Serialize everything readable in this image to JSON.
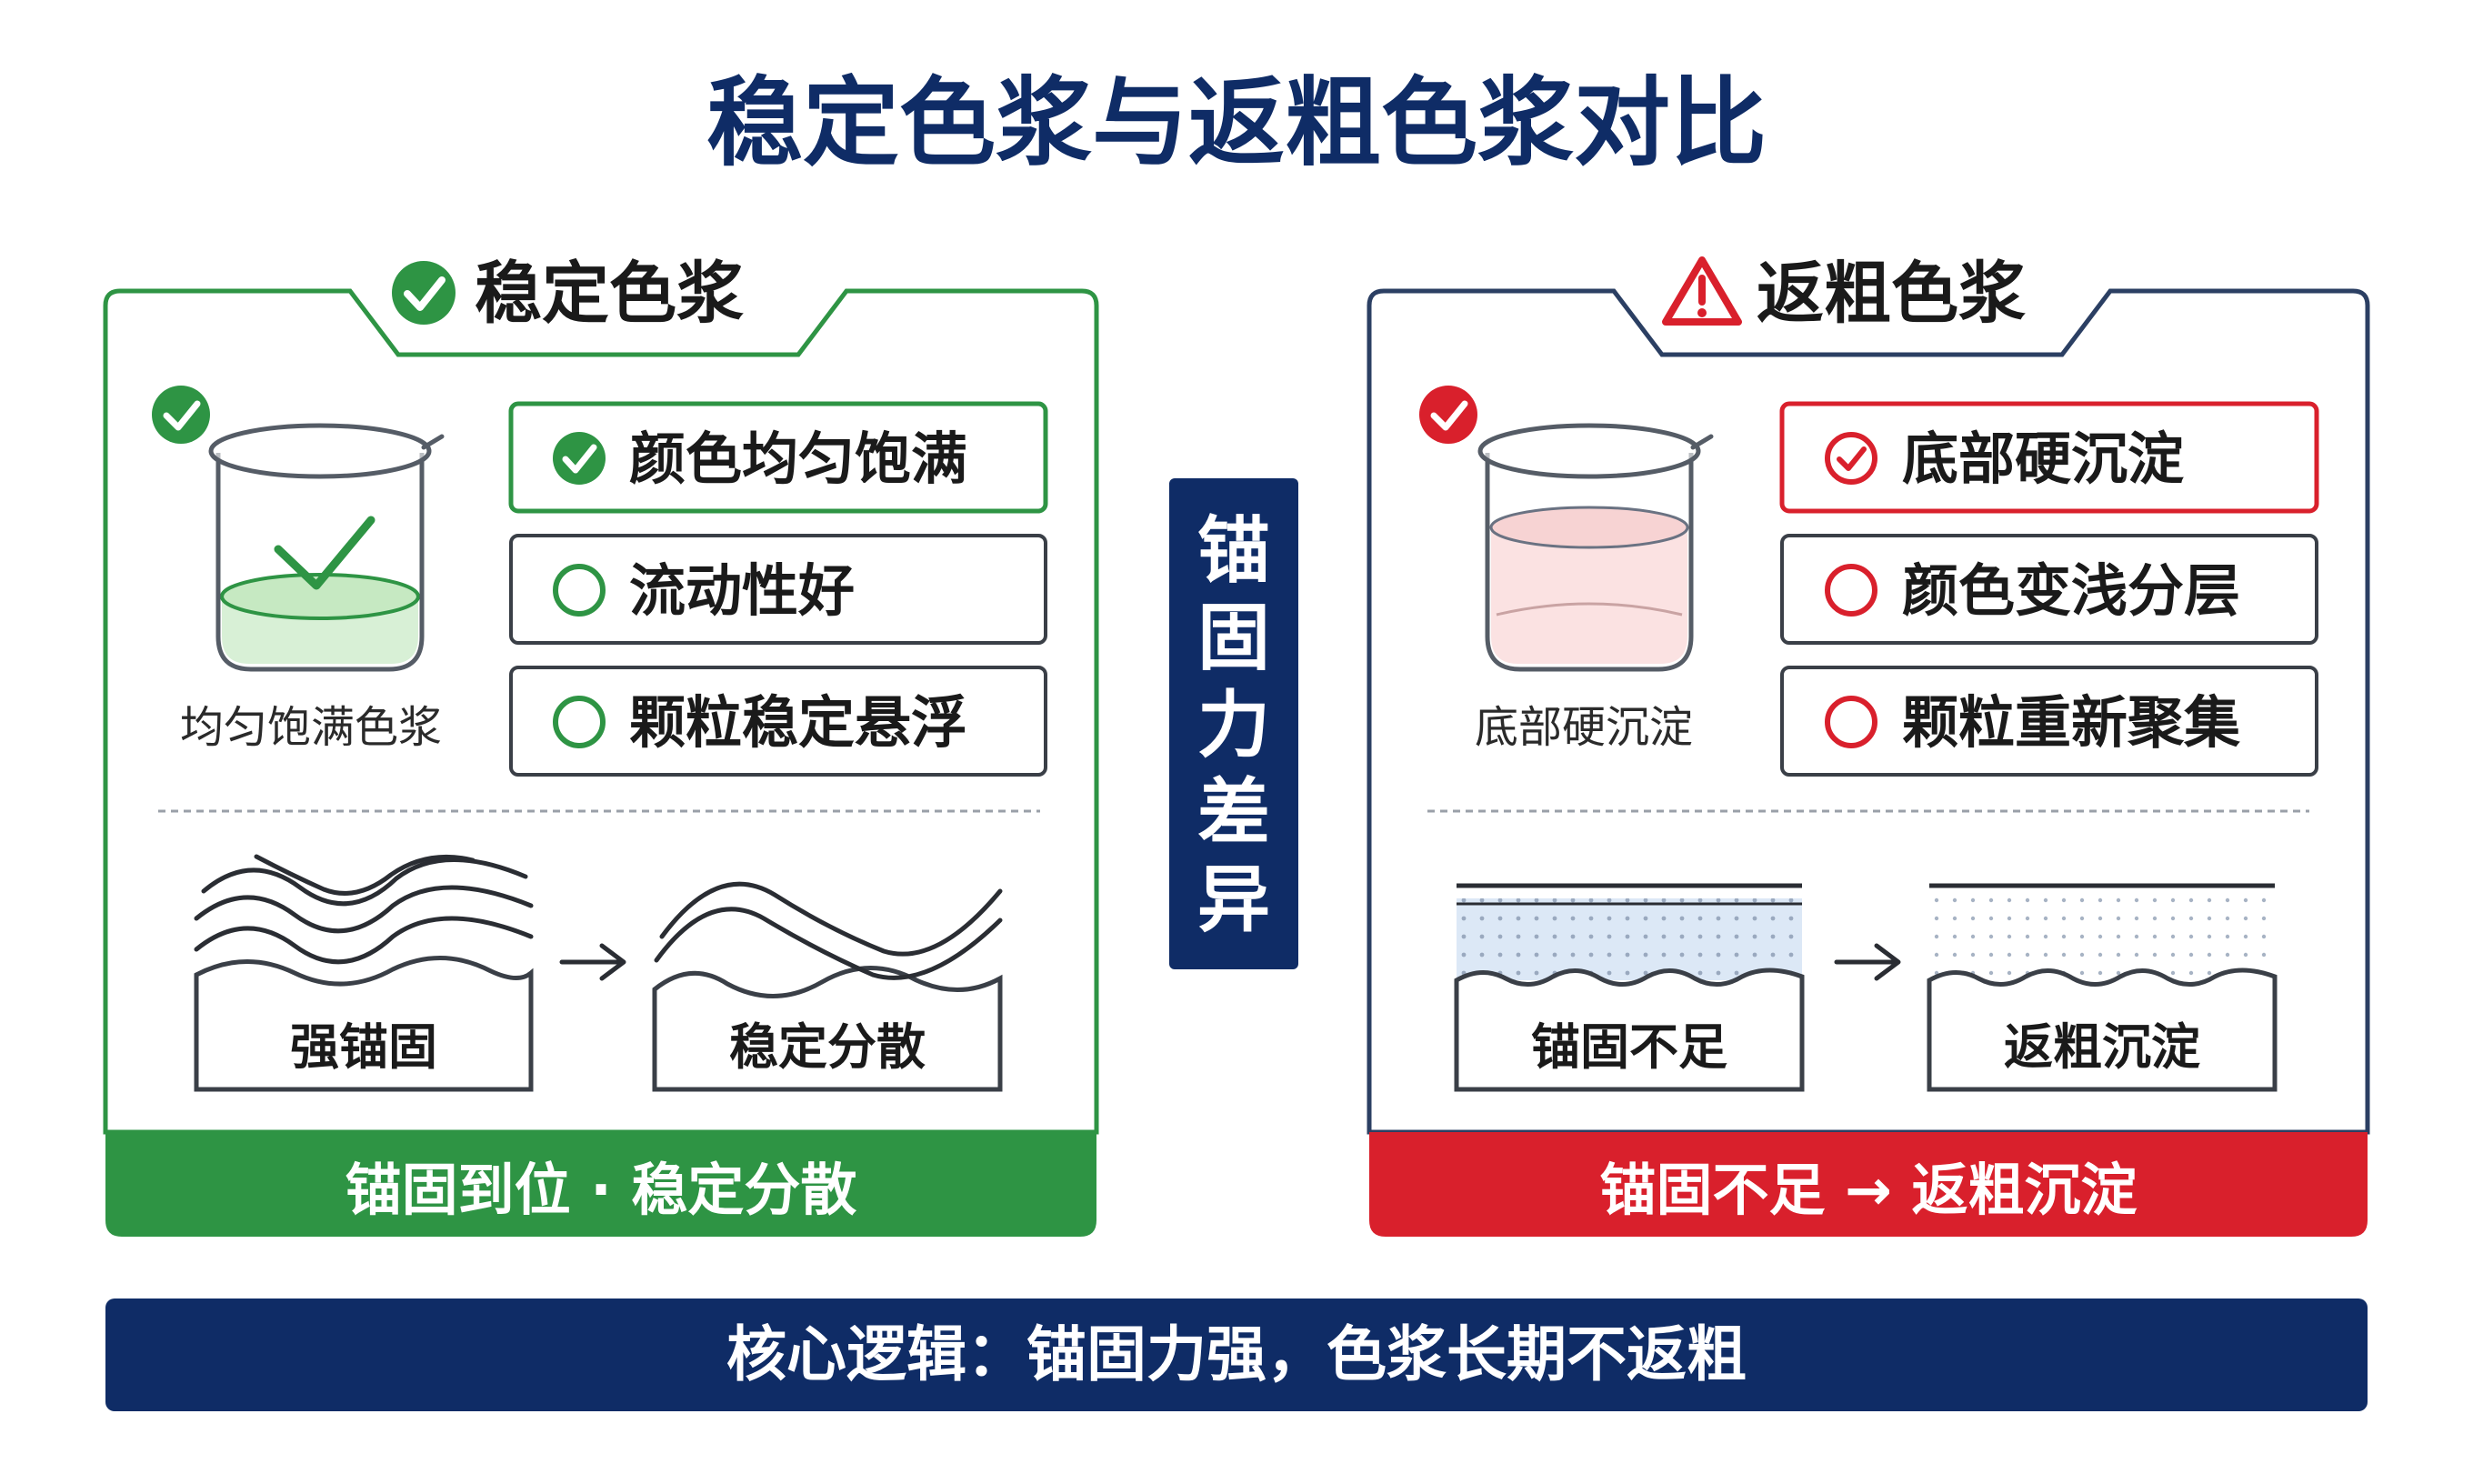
{
  "title": "稳定色浆与返粗色浆对比",
  "center_label": "锚固力差异",
  "colors": {
    "navy": "#0f2c66",
    "green": "#2e9444",
    "green_light": "#d8f0d6",
    "red": "#d9202c",
    "red_light": "#fbe2e2",
    "dot_fill": "#dce8f6",
    "gray_text": "#2a2a2a"
  },
  "left_panel": {
    "header": "稳定色浆",
    "header_icon": "check-circle-icon",
    "beaker_caption": "均匀饱满色浆",
    "features": [
      {
        "label": "颜色均匀饱满",
        "icon": "check-circle-icon"
      },
      {
        "label": "流动性好",
        "icon": "empty-circle-icon"
      },
      {
        "label": "颗粒稳定悬浮",
        "icon": "empty-circle-icon"
      }
    ],
    "process": {
      "from_label": "强锚固",
      "to_label": "稳定分散",
      "arrow_icon": "arrow-right-icon"
    },
    "footer": "锚固到位 · 稳定分散"
  },
  "right_panel": {
    "header": "返粗色浆",
    "header_icon": "warning-triangle-icon",
    "beaker_caption": "底部硬沉淀",
    "features": [
      {
        "label": "底部硬沉淀",
        "icon": "check-circle-outline-icon"
      },
      {
        "label": "颜色变浅分层",
        "icon": "empty-circle-icon"
      },
      {
        "label": "颗粒重新聚集",
        "icon": "empty-circle-icon"
      }
    ],
    "process": {
      "from_label": "锚固不足",
      "to_label": "返粗沉淀",
      "arrow_icon": "arrow-right-icon"
    },
    "footer": "锚固不足 → 返粗沉淀"
  },
  "bottom_banner": "核心逻辑：锚固力强，色浆长期不返粗"
}
